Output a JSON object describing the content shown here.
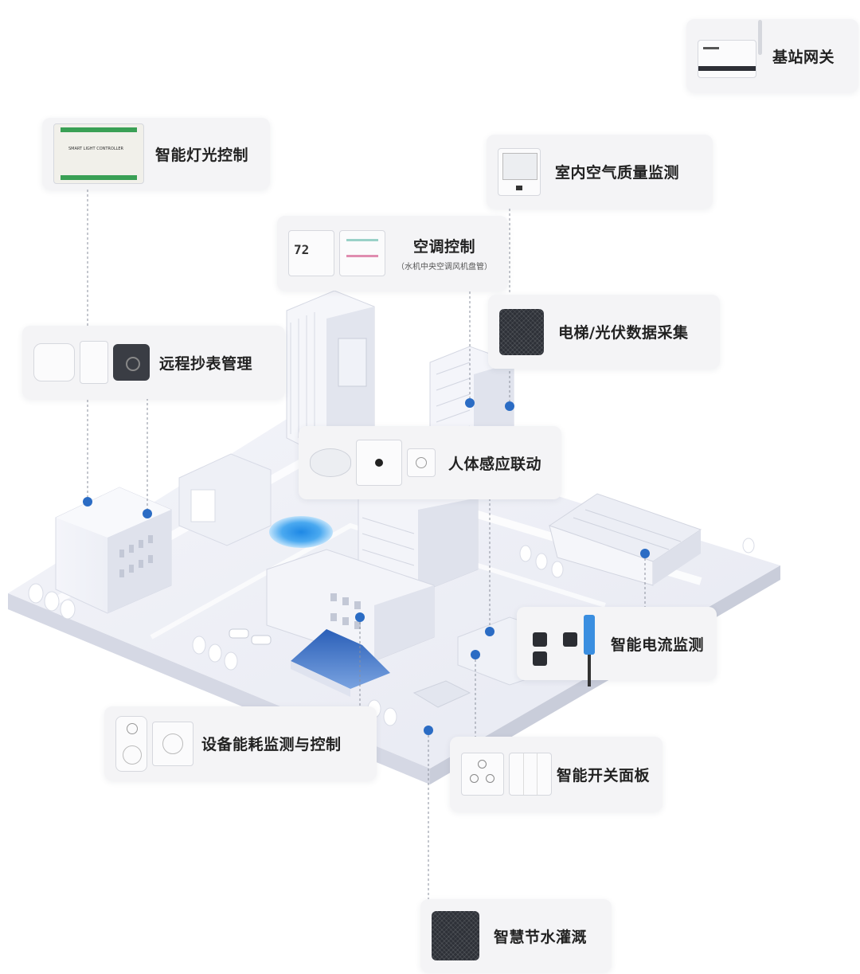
{
  "colors": {
    "accent_dot": "#2b6cc4",
    "card_bg": "#f4f4f6",
    "building": "#e8ebf4",
    "glass": "#3f73c9",
    "pool": "#4aa9f0"
  },
  "cards": {
    "gateway": {
      "title": "基站网关",
      "icon": "gateway-device-icon"
    },
    "lighting": {
      "title": "智能灯光控制",
      "device_label": "SMART LIGHT CONTROLLER",
      "icon": "light-controller-icon"
    },
    "air_quality": {
      "title": "室内空气质量监测",
      "icon": "air-quality-sensor-icon"
    },
    "ac": {
      "title": "空调控制",
      "subtitle": "（水机中央空调风机盘管）",
      "display_value": "72",
      "icon": "thermostat-icon"
    },
    "elevator_pv": {
      "title": "电梯/光伏数据采集",
      "icon": "data-collector-icon"
    },
    "meter": {
      "title": "远程抄表管理",
      "icon": "meter-reader-icon"
    },
    "human_sensing": {
      "title": "人体感应联动",
      "icon": "motion-sensor-icon"
    },
    "current": {
      "title": "智能电流监测",
      "icon": "current-clamp-icon"
    },
    "energy": {
      "title": "设备能耗监测与控制",
      "icon": "smart-plug-icon"
    },
    "switch": {
      "title": "智能开关面板",
      "icon": "switch-panel-icon"
    },
    "irrigation": {
      "title": "智慧节水灌溉",
      "icon": "irrigation-controller-icon"
    }
  }
}
